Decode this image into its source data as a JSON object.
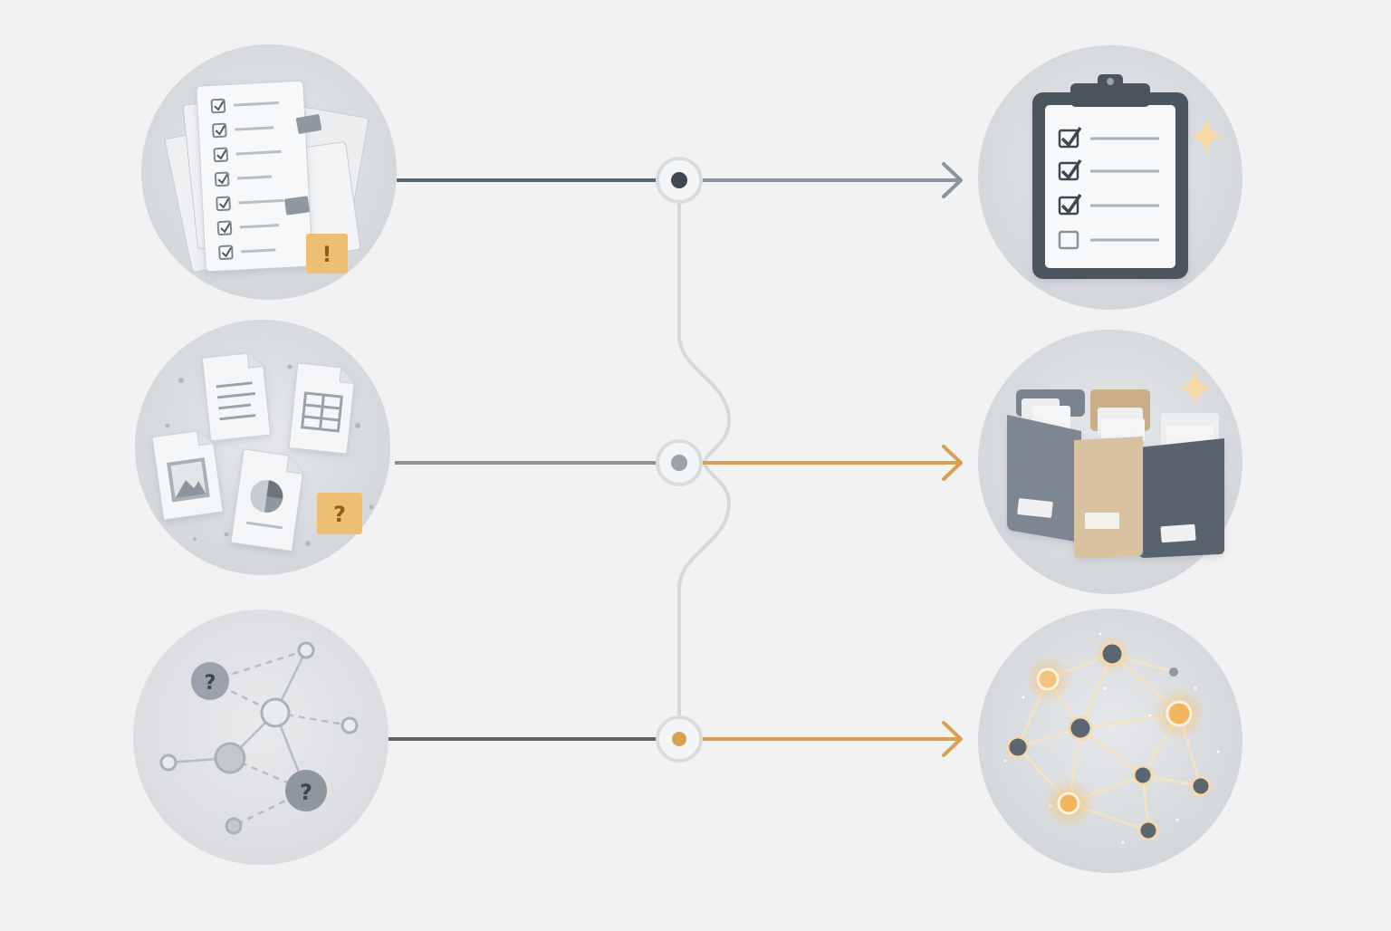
{
  "colors": {
    "background": "#f2f2f2",
    "dark_line": "#5c6670",
    "gray_line": "#8a939c",
    "accent": "#d9a04f",
    "node_ring": "#dfe2e5",
    "circle_fill": "#dfe1e4"
  },
  "rows": [
    {
      "before_icon": "checklist-pile-icon",
      "after_icon": "clipboard-checklist-icon",
      "before_mark": "!",
      "output_color": "gray"
    },
    {
      "before_icon": "scattered-files-icon",
      "after_icon": "file-bins-icon",
      "before_mark": "?",
      "output_color": "accent"
    },
    {
      "before_icon": "unclear-network-icon",
      "after_icon": "connected-network-icon",
      "before_mark": "?",
      "output_color": "accent"
    }
  ]
}
